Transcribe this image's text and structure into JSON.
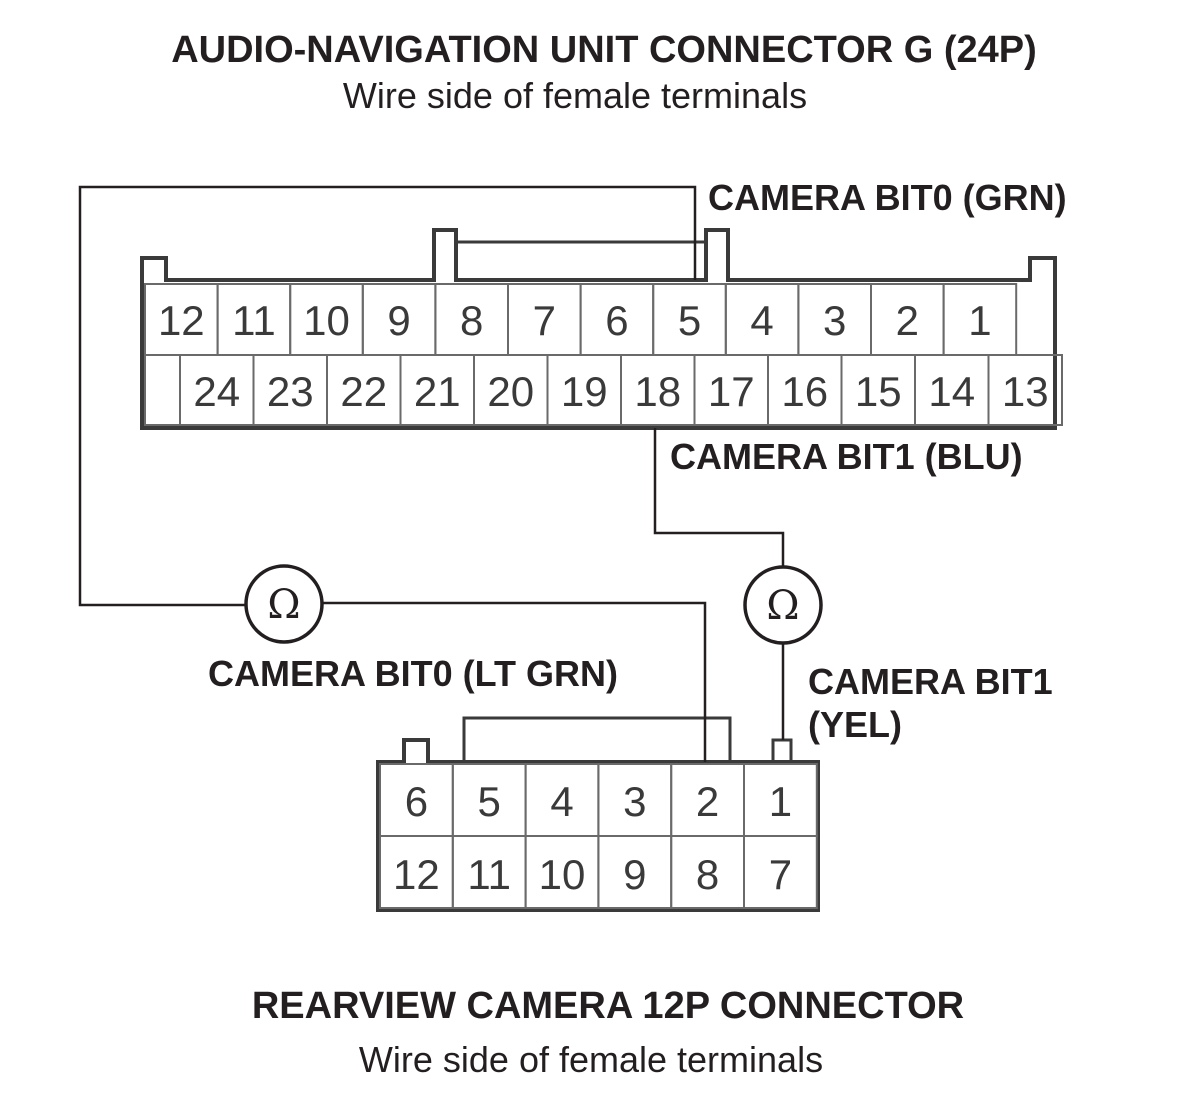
{
  "header": {
    "title": "AUDIO-NAVIGATION UNIT CONNECTOR G (24P)",
    "subtitle": "Wire side of female terminals"
  },
  "footer": {
    "title": "REARVIEW CAMERA 12P CONNECTOR",
    "subtitle": "Wire side of female terminals"
  },
  "connector_g": {
    "top_row": [
      "12",
      "11",
      "10",
      "9",
      "8",
      "7",
      "6",
      "5",
      "4",
      "3",
      "2",
      "1"
    ],
    "bottom_row": [
      "24",
      "23",
      "22",
      "21",
      "20",
      "19",
      "18",
      "17",
      "16",
      "15",
      "14",
      "13"
    ]
  },
  "camera_connector": {
    "top_row": [
      "6",
      "5",
      "4",
      "3",
      "2",
      "1"
    ],
    "bottom_row": [
      "12",
      "11",
      "10",
      "9",
      "8",
      "7"
    ]
  },
  "labels": {
    "bit0_grn": "CAMERA BIT0 (GRN)",
    "bit1_blu": "CAMERA BIT1 (BLU)",
    "bit0_ltgrn": "CAMERA BIT0 (LT GRN)",
    "bit1_yel_line1": "CAMERA BIT1",
    "bit1_yel_line2": "(YEL)"
  },
  "meters": {
    "symbol": "Ω"
  }
}
